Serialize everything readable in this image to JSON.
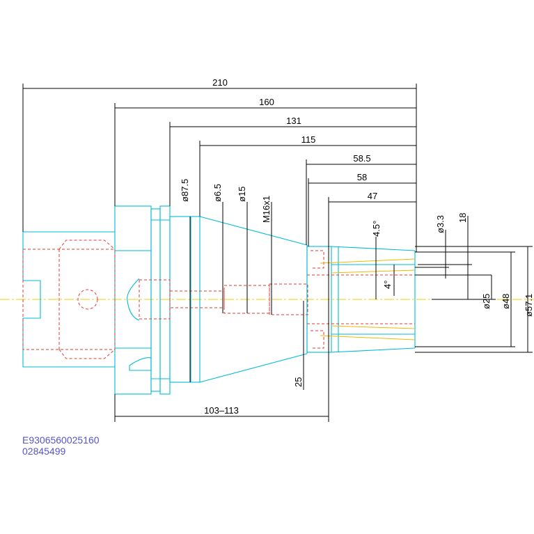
{
  "dimensions": {
    "len_210": "210",
    "len_160": "160",
    "len_131": "131",
    "len_115": "115",
    "len_58_5": "58.5",
    "len_58": "58",
    "len_47": "47",
    "len_103_113": "103–113",
    "len_25": "25",
    "len_18": "18",
    "dia_87_5": "ø87.5",
    "dia_6_5": "ø6.5",
    "dia_15": "ø15",
    "thread": "M16x1",
    "dia_3_3": "ø3.3",
    "dia_25": "ø25",
    "dia_48": "ø48",
    "dia_57_1": "ø57.1",
    "angle_4_5": "4.5°",
    "angle_4": "4°"
  },
  "codes": {
    "part_number": "E9306560025160",
    "order_number": "02845499"
  },
  "colors": {
    "outline": "#00bcd4",
    "hidden": "#e53935",
    "centerline": "#f0d000",
    "dimension": "#000000",
    "code_text": "#5555cc"
  }
}
